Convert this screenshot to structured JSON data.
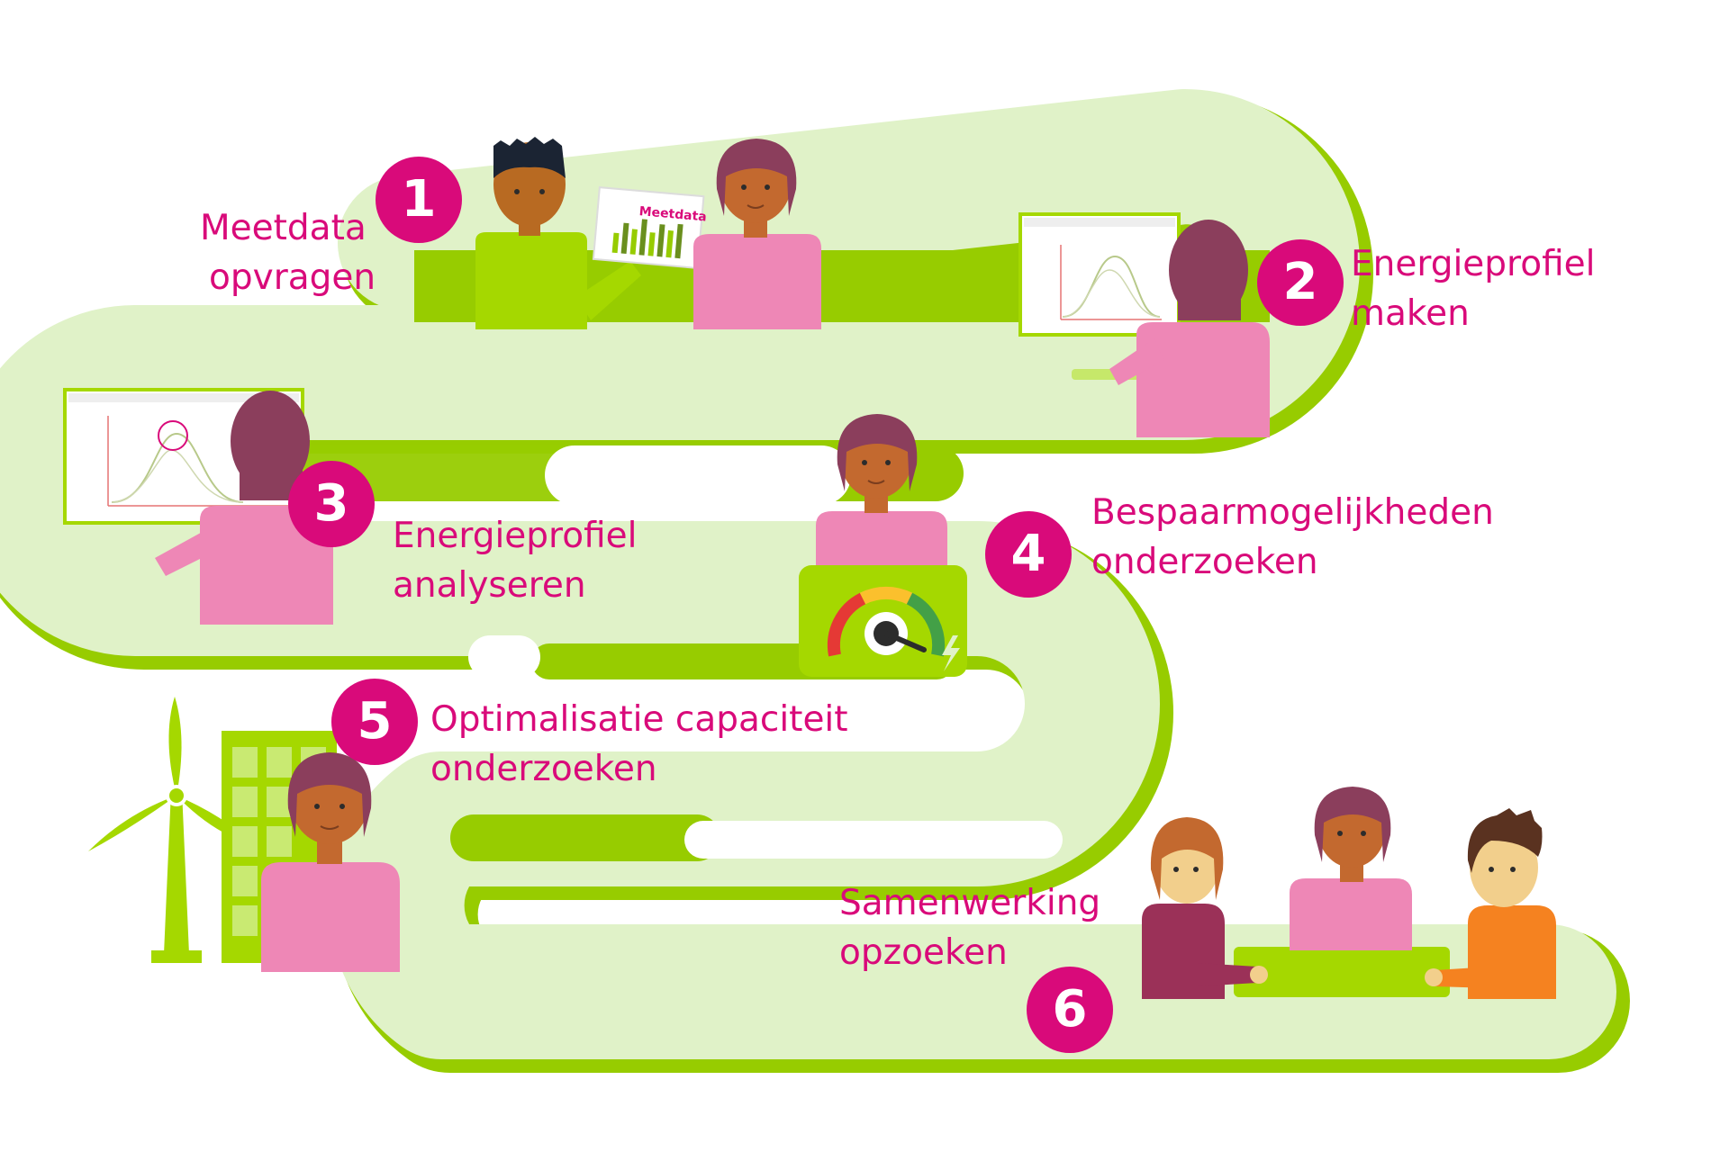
{
  "colors": {
    "path_fill": "#e0f2c8",
    "path_edge": "#97cc00",
    "accent": "#d90a7a",
    "lime": "#a5d800",
    "pink_shirt": "#ee87b6",
    "hair_plum": "#8b3e5c",
    "skin_dark": "#c3692f",
    "skin_light": "#f2cf8c",
    "orange_shirt": "#f58220"
  },
  "steps": [
    {
      "number": "1",
      "line1": "Meetdata",
      "line2": "opvragen"
    },
    {
      "number": "2",
      "line1": "Energieprofiel",
      "line2": "maken"
    },
    {
      "number": "3",
      "line1": "Energieprofiel",
      "line2": "analyseren"
    },
    {
      "number": "4",
      "line1": "Bespaarmogelijkheden",
      "line2": "onderzoeken"
    },
    {
      "number": "5",
      "line1": "Optimalisatie capaciteit",
      "line2": "onderzoeken"
    },
    {
      "number": "6",
      "line1": "Samenwerking",
      "line2": "opzoeken"
    }
  ],
  "report_card": {
    "title": "Meetdata"
  },
  "icons": [
    "bar-chart-icon",
    "line-chart-icon",
    "gauge-icon",
    "lightning-icon",
    "wind-turbine-icon",
    "building-icon"
  ]
}
